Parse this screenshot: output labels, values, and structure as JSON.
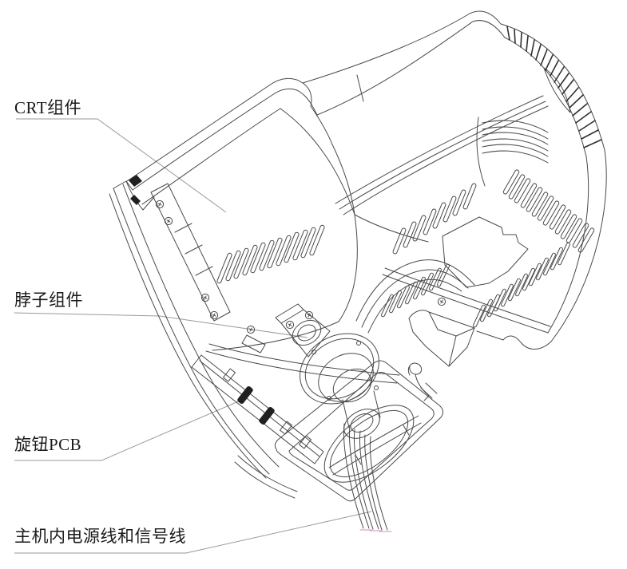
{
  "labels": {
    "crt": "CRT组件",
    "neck": "脖子组件",
    "knob_pcb": "旋钮PCB",
    "cables": "主机内电源线和信号线"
  },
  "colors": {
    "background": "#ffffff",
    "line": "#4a4a4a",
    "dark_line": "#2f2f2f",
    "leader_line": "#9a9a9a",
    "label_text": "#1a1a1a",
    "cable_tip": "#d9a6c6",
    "knob_fill": "#1f1f1f"
  }
}
